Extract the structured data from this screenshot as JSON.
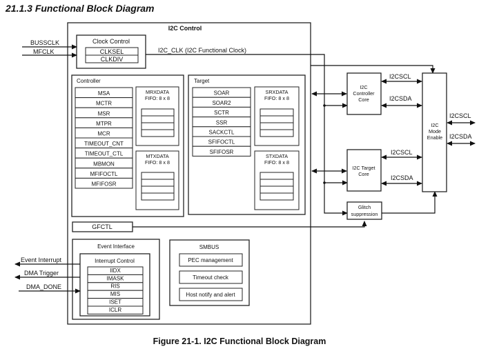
{
  "section_title": "21.1.3 Functional Block Diagram",
  "caption": "Figure 21-1. I2C Functional Block Diagram",
  "i2c_control": {
    "label": "I2C Control",
    "clock_control": {
      "label": "Clock Control",
      "registers": [
        "CLKSEL",
        "CLKDIV"
      ]
    },
    "clock_output_label": "I2C_CLK (I2C Functional Clock)",
    "controller": {
      "label": "Controller",
      "registers": [
        "MSA",
        "MCTR",
        "MSR",
        "MTPR",
        "MCR",
        "TIMEOUT_CNT",
        "TIMEOUT_CTL",
        "MBMON",
        "MFIFOCTL",
        "MFIFOSR"
      ],
      "rx_fifo": {
        "name": "MRXDATA",
        "size": "FIFO: 8 x 8"
      },
      "tx_fifo": {
        "name": "MTXDATA",
        "size": "FIFO: 8 x 8"
      }
    },
    "target": {
      "label": "Target",
      "registers": [
        "SOAR",
        "SOAR2",
        "SCTR",
        "SSR",
        "SACKCTL",
        "SFIFOCTL",
        "SFIFOSR"
      ],
      "rx_fifo": {
        "name": "SRXDATA",
        "size": "FIFO: 8 x 8"
      },
      "tx_fifo": {
        "name": "STXDATA",
        "size": "FIFO: 8 x 8"
      }
    },
    "gfctl": "GFCTL",
    "event_interface": {
      "label": "Event Interface",
      "interrupt_control": {
        "label": "Interrupt Control",
        "registers": [
          "IIDX",
          "IMASK",
          "RIS",
          "MIS",
          "ISET",
          "ICLR"
        ]
      }
    },
    "smbus": {
      "label": "SMBUS",
      "features": [
        "PEC management",
        "Timeout check",
        "Host notify and alert"
      ]
    }
  },
  "inputs": {
    "clocks": [
      "BUSSCLK",
      "MFCLK"
    ],
    "events_out": [
      "Event Interrupt",
      "DMA Trigger"
    ],
    "events_in": [
      "DMA_DONE"
    ]
  },
  "cores": {
    "controller_core": [
      "I2C",
      "Controller",
      "Core"
    ],
    "target_core": [
      "I2C Target",
      "Core"
    ],
    "glitch": [
      "Glitch",
      "suppression"
    ],
    "mode_enable": [
      "I2C",
      "Mode",
      "Enable"
    ]
  },
  "signals": {
    "scl": "I2CSCL",
    "sda": "I2CSDA"
  }
}
